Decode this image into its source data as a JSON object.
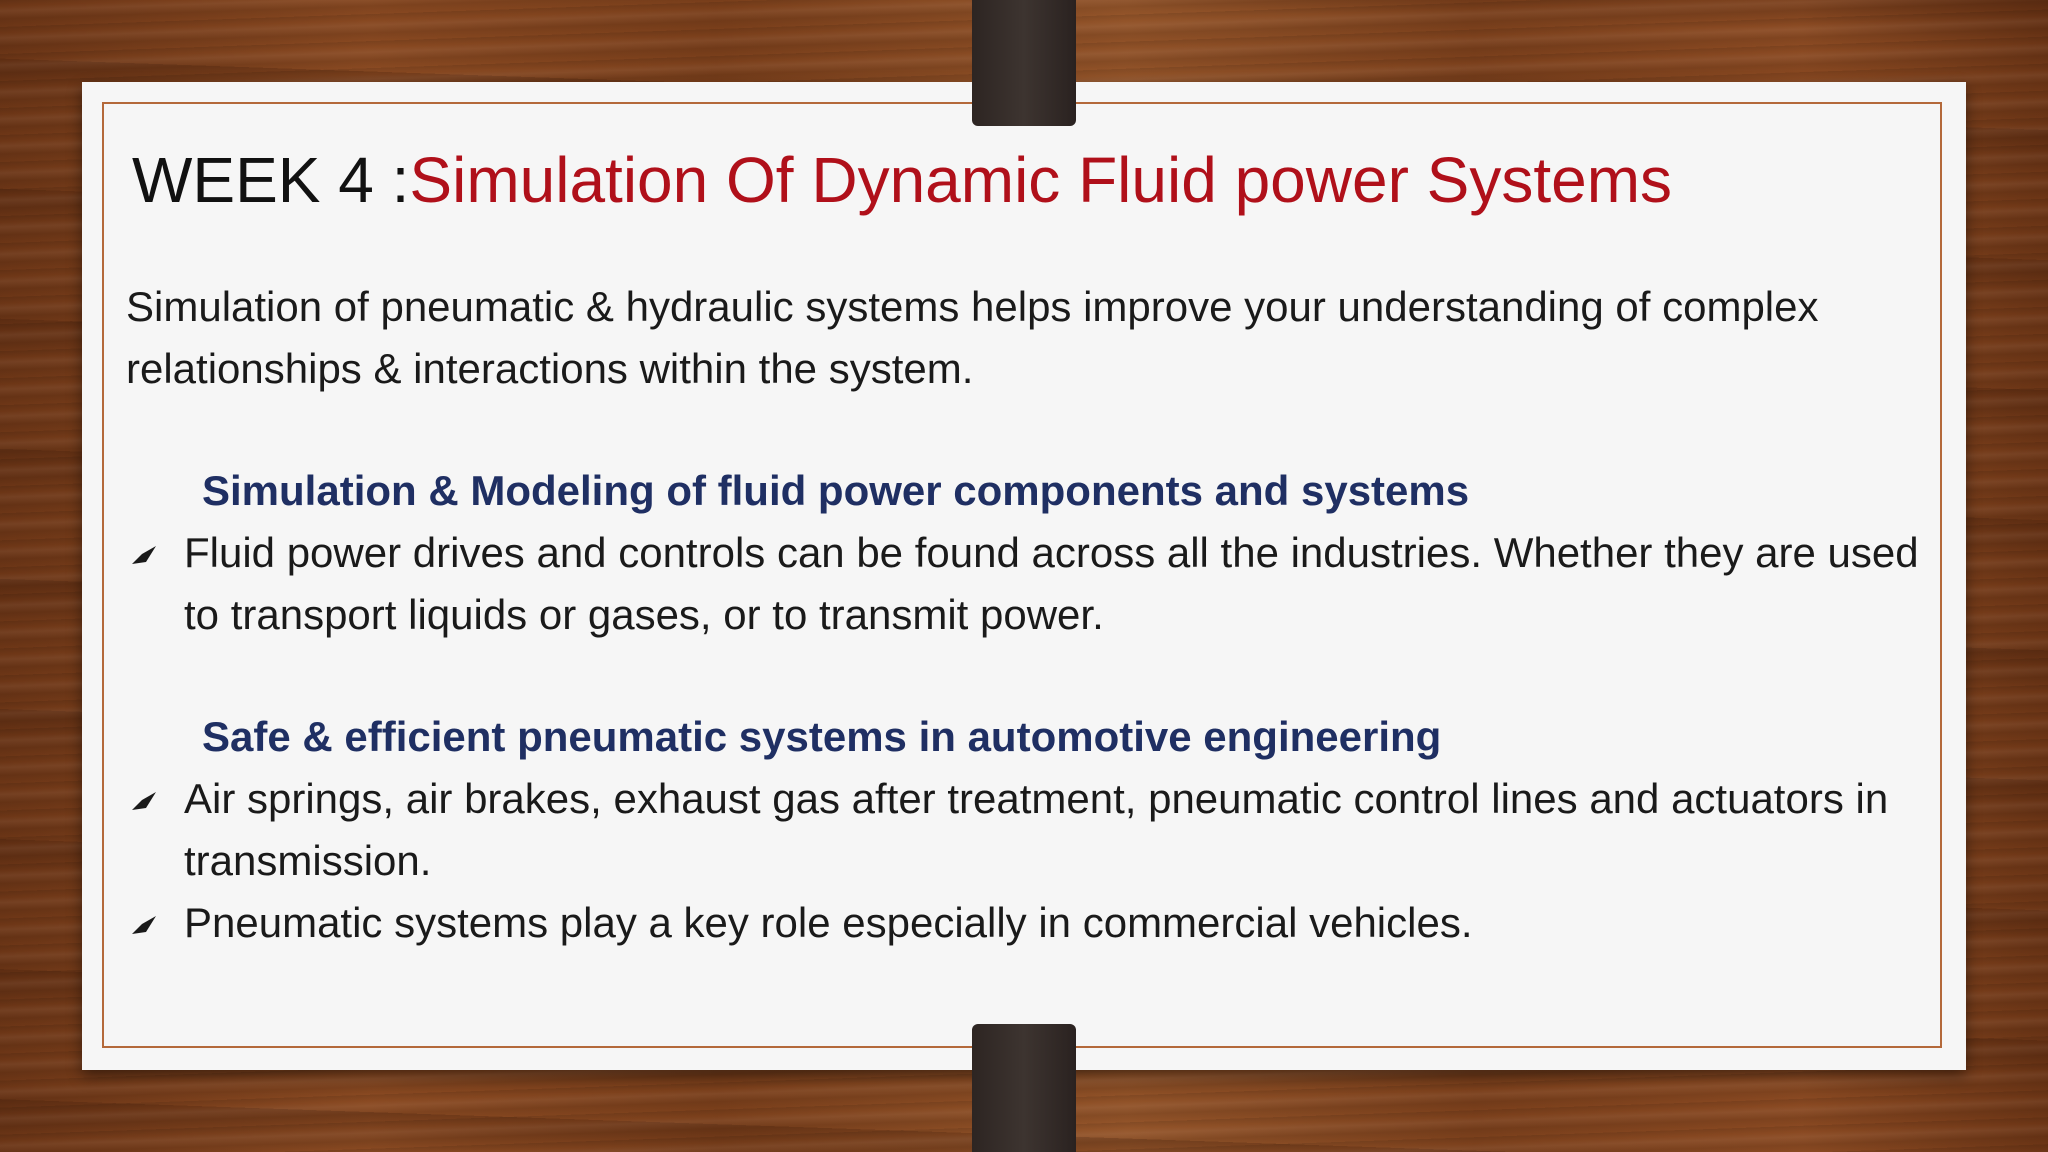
{
  "slide": {
    "title_prefix": "WEEK 4 :",
    "title_main": "Simulation Of Dynamic Fluid power Systems",
    "intro": "Simulation of pneumatic & hydraulic systems helps improve your understanding of complex relationships & interactions within the system.",
    "sections": [
      {
        "heading": "Simulation & Modeling of fluid power components and systems",
        "bullets": [
          "Fluid power drives and controls can be found across all the industries. Whether they are used to transport liquids or gases, or to transmit power."
        ]
      },
      {
        "heading": "Safe & efficient pneumatic systems in automotive engineering",
        "bullets": [
          "Air springs, air brakes, exhaust gas after treatment, pneumatic control lines and actuators in transmission.",
          "Pneumatic systems play a key role especially in commercial vehicles."
        ]
      }
    ],
    "colors": {
      "title_accent": "#b0101a",
      "heading": "#1f2f63",
      "frame": "#b4693a",
      "background_wood": "#8a4a22"
    },
    "icons": {
      "bullet": "arrowhead-bullet-icon",
      "clip": "binder-clip"
    }
  }
}
